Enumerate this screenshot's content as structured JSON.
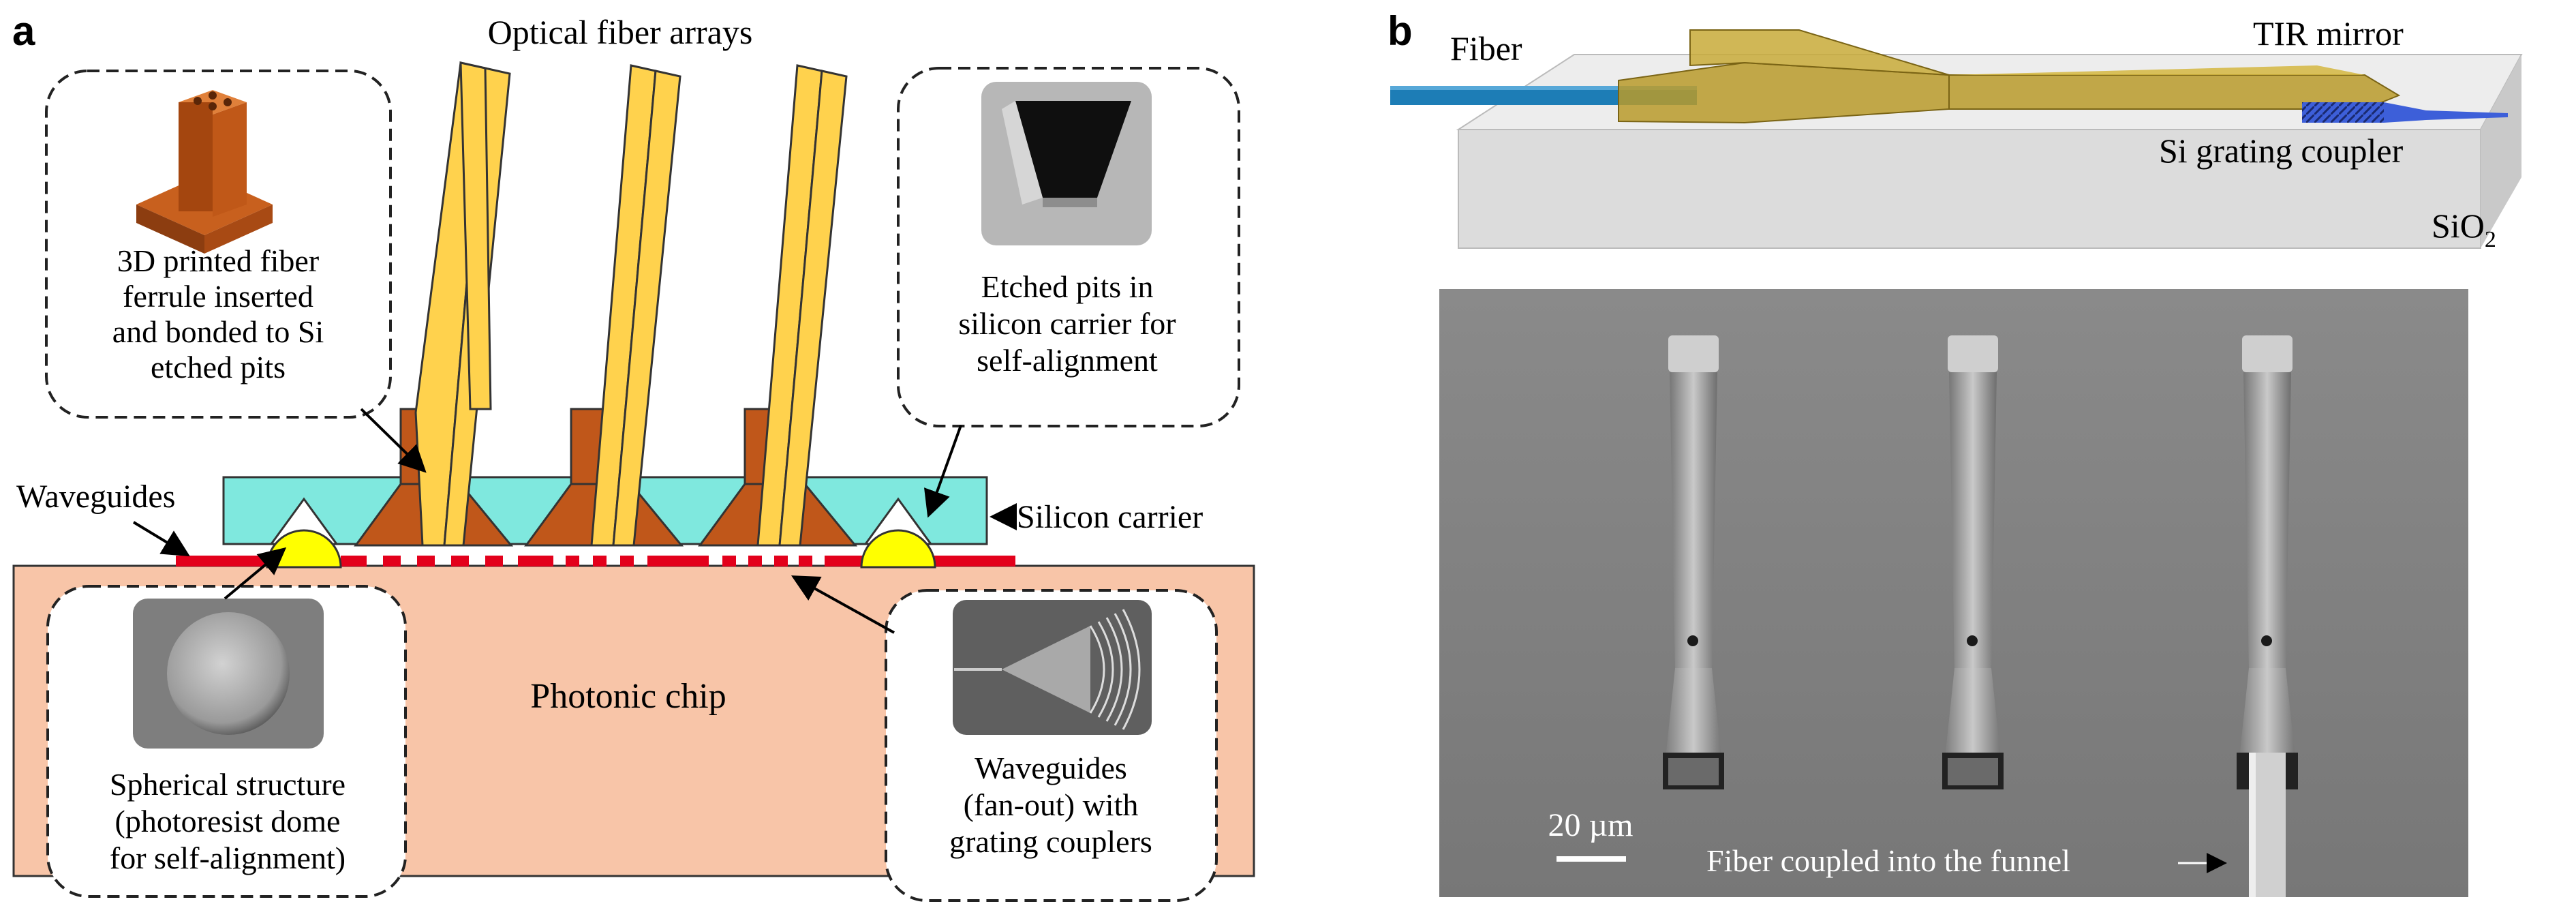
{
  "panel_a": {
    "label": "a",
    "title": "Optical fiber arrays",
    "ferrule_callout": [
      "3D printed fiber",
      "ferrule inserted",
      "and bonded to Si",
      "etched pits"
    ],
    "pits_callout": [
      "Etched pits in",
      "silicon carrier for",
      "self-alignment"
    ],
    "waveguides_label": "Waveguides",
    "carrier_label": "Silicon carrier",
    "chip_label": "Photonic chip",
    "dome_callout": [
      "Spherical structure",
      "(photoresist dome",
      "for self-alignment)"
    ],
    "coupler_callout": [
      "Waveguides",
      "(fan-out) with",
      "grating couplers"
    ],
    "colors": {
      "fiber": "#ffd24d",
      "ferrule": "#c0571a",
      "carrier": "#7fe8de",
      "waveguide": "#e3001b",
      "dome": "#ffff00",
      "chip": "#f8c5a8"
    }
  },
  "panel_b": {
    "label": "b",
    "fiber_label": "Fiber",
    "mirror_label": "TIR mirror",
    "grating_label": "Si grating coupler",
    "substrate_label": "SiO",
    "substrate_sub": "2",
    "scale_label": "20 µm",
    "funnel_label": "Fiber coupled into the funnel",
    "colors": {
      "fiber": "#1d7db6",
      "funnel": "#b89a2a",
      "grating": "#3d5fd9",
      "substrate": "#e4e4e4"
    }
  }
}
